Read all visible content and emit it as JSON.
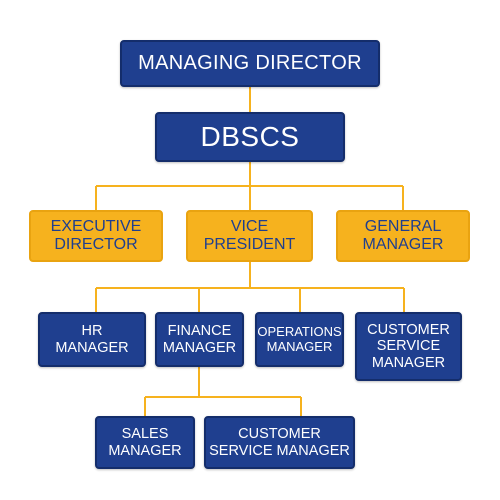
{
  "colors": {
    "blue": "#1f3f8f",
    "gold": "#f6b21e",
    "connector": "#f6b21e"
  },
  "nodes": {
    "managing_director": "MANAGING DIRECTOR",
    "dbscs": "DBSCS",
    "executive_director": "EXECUTIVE\nDIRECTOR",
    "vice_president": "VICE\nPRESIDENT",
    "general_manager": "GENERAL\nMANAGER",
    "hr_manager": "HR\nMANAGER",
    "finance_manager": "FINANCE\nMANAGER",
    "operations_manager": "OPERATIONS\nMANAGER",
    "customer_service_manager_1": "CUSTOMER\nSERVICE\nMANAGER",
    "sales_manager": "SALES\nMANAGER",
    "customer_service_manager_2": "CUSTOMER\nSERVICE MANAGER"
  }
}
